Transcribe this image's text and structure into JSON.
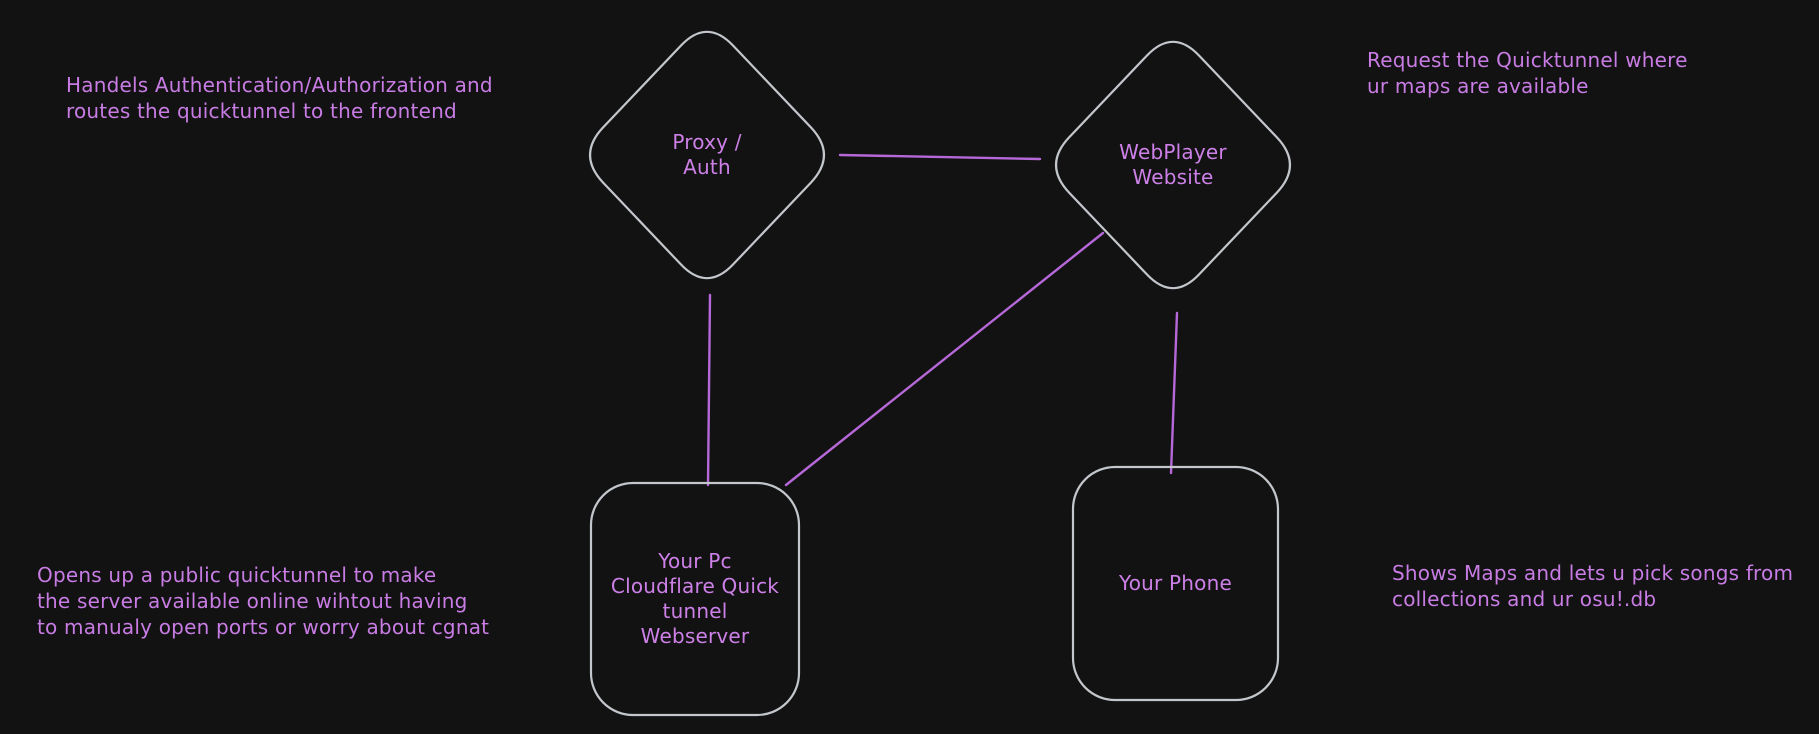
{
  "canvas": {
    "background": "#121212"
  },
  "colors": {
    "shape_stroke": "#c3c7cc",
    "connector": "#b668d8",
    "label_text": "#cd80e7",
    "annotation_text": "#c87ce4"
  },
  "nodes": [
    {
      "id": "proxy-auth",
      "shape": "diamond",
      "label": "Proxy /\nAuth"
    },
    {
      "id": "webplayer-website",
      "shape": "diamond",
      "label": "WebPlayer\nWebsite"
    },
    {
      "id": "your-pc-webserver",
      "shape": "rounded-rectangle",
      "label": "Your Pc\nCloudflare Quick\ntunnel\nWebserver"
    },
    {
      "id": "your-phone",
      "shape": "rounded-rectangle",
      "label": "Your Phone"
    }
  ],
  "edges": [
    {
      "from": "proxy-auth",
      "to": "webplayer-website"
    },
    {
      "from": "proxy-auth",
      "to": "your-pc-webserver"
    },
    {
      "from": "webplayer-website",
      "to": "your-pc-webserver"
    },
    {
      "from": "webplayer-website",
      "to": "your-phone"
    }
  ],
  "annotations": [
    {
      "id": "top-left",
      "text": "Handels Authentication/Authorization and\nroutes the quicktunnel to the frontend"
    },
    {
      "id": "top-right",
      "text": "Request the Quicktunnel where\nur maps are available"
    },
    {
      "id": "bottom-left",
      "text": "Opens up a public quicktunnel to make\nthe server available online wihtout having\nto manualy open ports or worry about cgnat"
    },
    {
      "id": "bottom-right",
      "text": "Shows Maps and lets u pick songs from\ncollections and ur osu!.db"
    }
  ]
}
